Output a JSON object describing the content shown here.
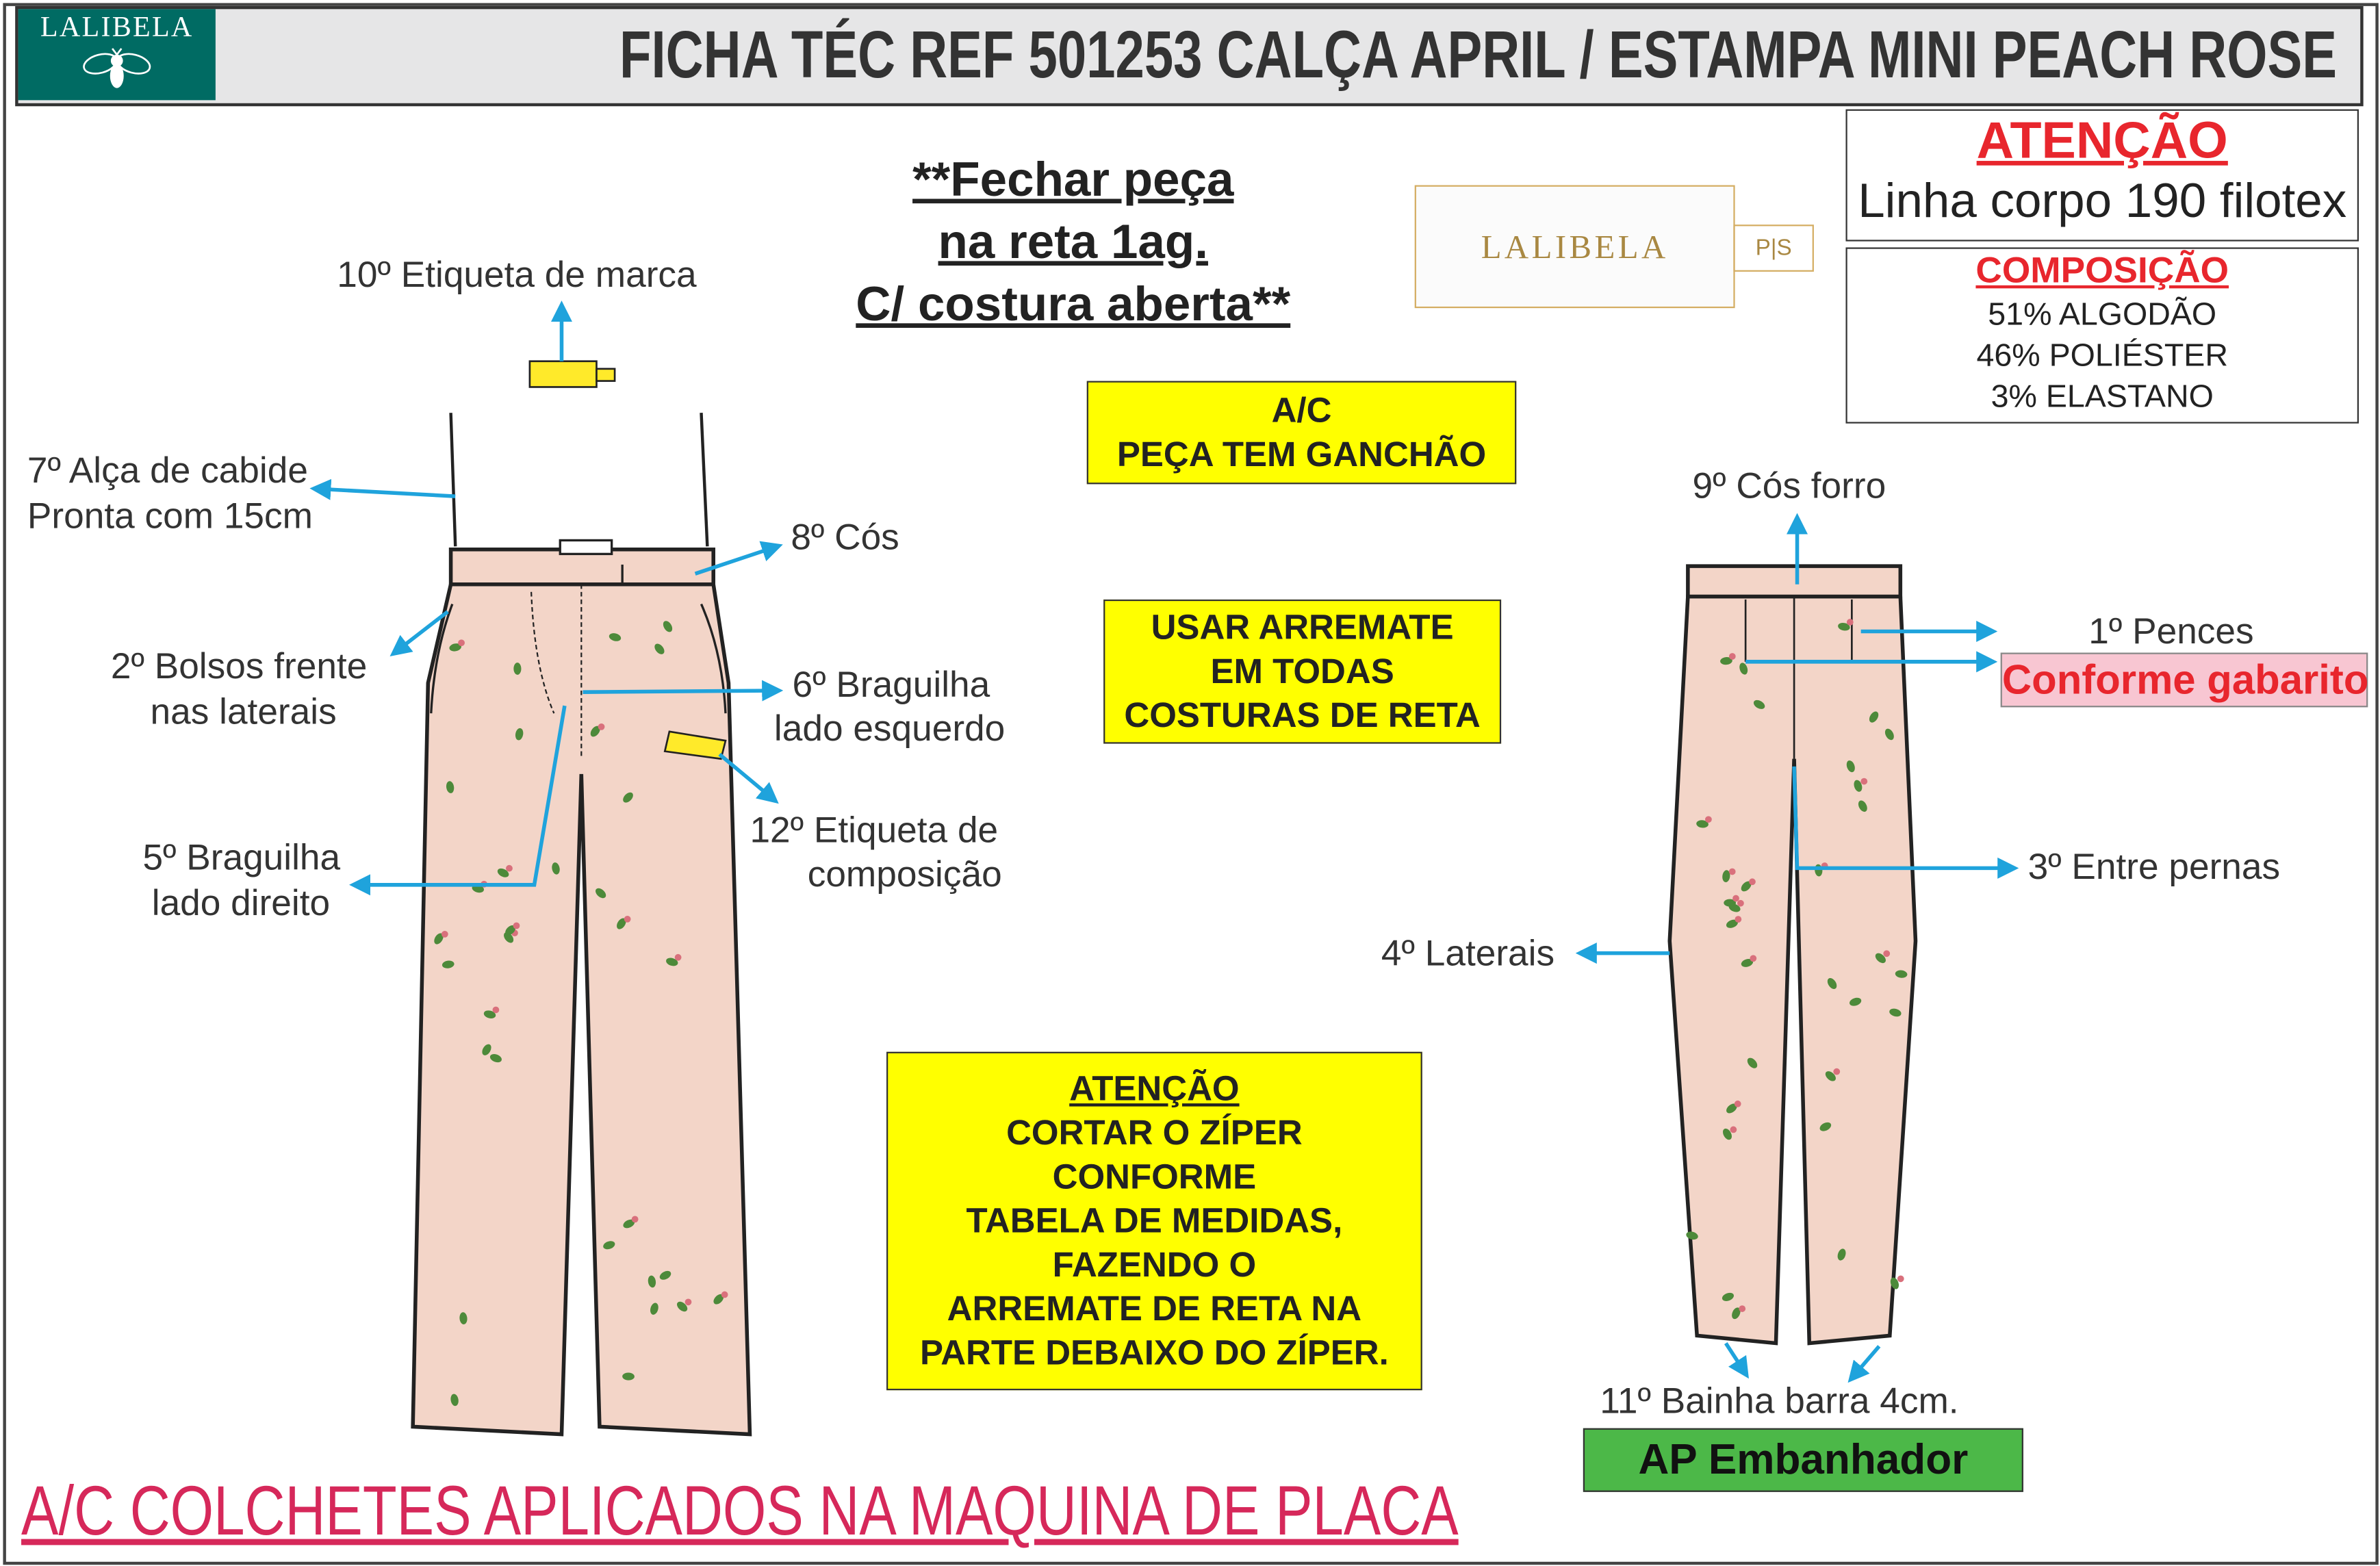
{
  "header": {
    "logo_text": "LALIBELA",
    "title": "FICHA TÉC REF 501253 CALÇA APRIL / ESTAMPA MINI PEACH ROSE"
  },
  "attention": {
    "heading": "ATENÇÃO",
    "text": "Linha corpo 190 filotex"
  },
  "composition": {
    "heading": "COMPOSIÇÃO",
    "items": [
      "51% ALGODÃO",
      "46% POLIÉSTER",
      "3% ELASTANO"
    ]
  },
  "closing_note": [
    "**Fechar peça",
    "na reta 1ag.",
    "C/ costura aberta**"
  ],
  "brand_label": {
    "text": "LALIBELA",
    "size_tag": "P|S"
  },
  "notes": {
    "hook": [
      "A/C",
      "PEÇA TEM GANCHÃO"
    ],
    "finish": [
      "USAR ARREMATE",
      "EM TODAS",
      "COSTURAS DE RETA"
    ],
    "zipper": [
      "ATENÇÃO",
      "CORTAR O ZÍPER",
      "CONFORME",
      "TABELA DE MEDIDAS,",
      "FAZENDO O",
      "ARREMATE DE RETA NA",
      "PARTE DEBAIXO DO ZÍPER."
    ]
  },
  "front_labels": {
    "brand_tag": "10º Etiqueta de marca",
    "hanger": [
      "7º Alça de cabide",
      "Pronta com 15cm"
    ],
    "waistband": "8º Cós",
    "pockets": [
      "2º Bolsos frente",
      "nas laterais"
    ],
    "fly_left": [
      "6º Braguilha",
      "lado esquerdo"
    ],
    "comp_tag": [
      "12º Etiqueta de",
      "composição"
    ],
    "fly_right": [
      "5º Braguilha",
      "lado direito"
    ]
  },
  "back_labels": {
    "waist_lining": "9º Cós forro",
    "darts": "1º Pences",
    "darts_note": "Conforme gabarito",
    "inseam": "3º Entre pernas",
    "sides": "4º Laterais",
    "hem": "11º Bainha barra 4cm.",
    "hem_machine": "AP Embanhador"
  },
  "footer_note": "A/C COLCHETES APLICADOS NA MAQUINA DE PLACA",
  "colors": {
    "teal": "#006b63",
    "arrow": "#1fa3dc",
    "yellow": "#ffff00",
    "red": "#e8262d",
    "footer": "#d6285a",
    "green": "#4cb848",
    "fabric": "#f3d5c8"
  }
}
